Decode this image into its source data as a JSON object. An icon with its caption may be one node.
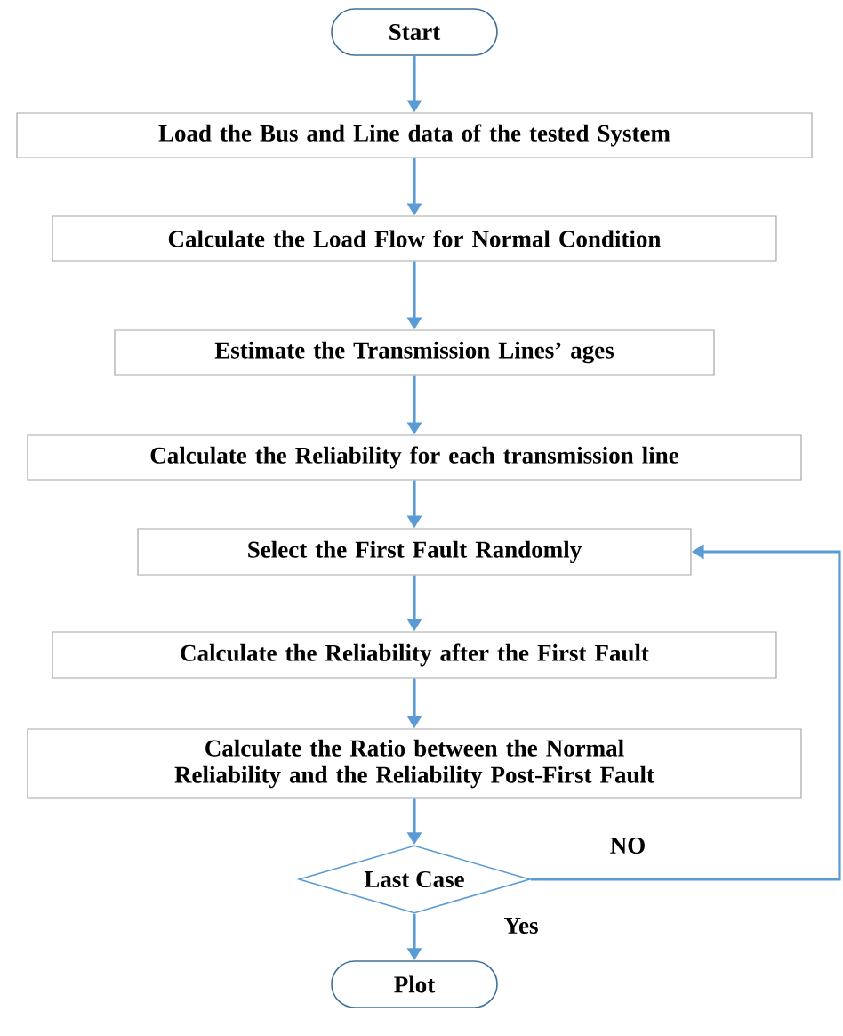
{
  "diagram": {
    "nodes": [
      {
        "text": [
          "Start"
        ]
      },
      {
        "text": [
          "Load the Bus and Line data of the tested System"
        ]
      },
      {
        "text": [
          "Calculate the Load Flow for Normal Condition"
        ]
      },
      {
        "text": [
          "Estimate the Transmission Lines’ ages"
        ]
      },
      {
        "text": [
          "Calculate the Reliability for each transmission line"
        ]
      },
      {
        "text": [
          "Select the First Fault Randomly"
        ]
      },
      {
        "text": [
          "Calculate the Reliability after the First Fault"
        ]
      },
      {
        "text": [
          "Calculate the Ratio between the Normal Reliability and the Reliability Post-First Fault"
        ]
      },
      {
        "text": [
          "Last Case"
        ]
      },
      {
        "text": [
          "Plot"
        ]
      }
    ],
    "edges": [
      {
        "from": 0,
        "to": 1,
        "arrow": "to"
      },
      {
        "from": 1,
        "to": 2,
        "arrow": "to"
      },
      {
        "from": 2,
        "to": 3,
        "arrow": "to"
      },
      {
        "from": 3,
        "to": 4,
        "arrow": "to"
      },
      {
        "from": 4,
        "to": 5,
        "arrow": "to"
      },
      {
        "from": 5,
        "to": 6,
        "arrow": "to"
      },
      {
        "from": 6,
        "to": 7,
        "arrow": "to"
      },
      {
        "from": 7,
        "to": 8,
        "arrow": "to"
      },
      {
        "from": 8,
        "to": 5,
        "arrow": "to",
        "label": "NO"
      },
      {
        "from": 8,
        "to": 9,
        "arrow": "to",
        "label": "Yes"
      }
    ]
  }
}
